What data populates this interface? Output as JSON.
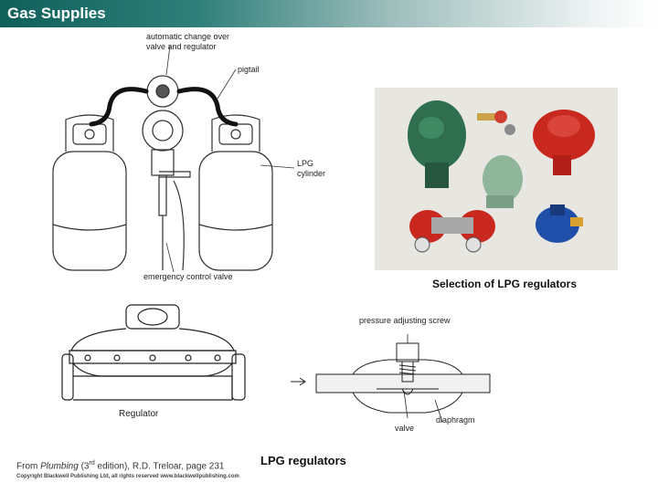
{
  "header": {
    "title": "Gas Supplies"
  },
  "diagram_top": {
    "label_valve": [
      "automatic change over",
      "valve and regulator"
    ],
    "label_pigtail": "pigtail",
    "label_cylinder": [
      "LPG",
      "cylinder"
    ],
    "label_emergency": "emergency control valve"
  },
  "photo": {
    "caption": "Selection of LPG regulators"
  },
  "diagram_bottom": {
    "label_pressure": "pressure adjusting screw",
    "label_regulator": "Regulator",
    "label_valve": "valve",
    "label_diaphragm": "diaphragm"
  },
  "footer": {
    "credit_prefix": "From ",
    "credit_book": "Plumbing",
    "credit_edition_num": "(3",
    "credit_edition_sup": "rd",
    "credit_suffix": " edition), R.D. Treloar, page 231",
    "copyright": "Copyright Blackwell Publishing Ltd, all rights reserved  www.blackwellpublishing.com",
    "caption": "LPG regulators"
  },
  "colors": {
    "title_bar": "#0f5f5a",
    "regulator_green": "#2f6f4f",
    "regulator_red": "#c8281e",
    "regulator_blue": "#1f4fa8"
  }
}
